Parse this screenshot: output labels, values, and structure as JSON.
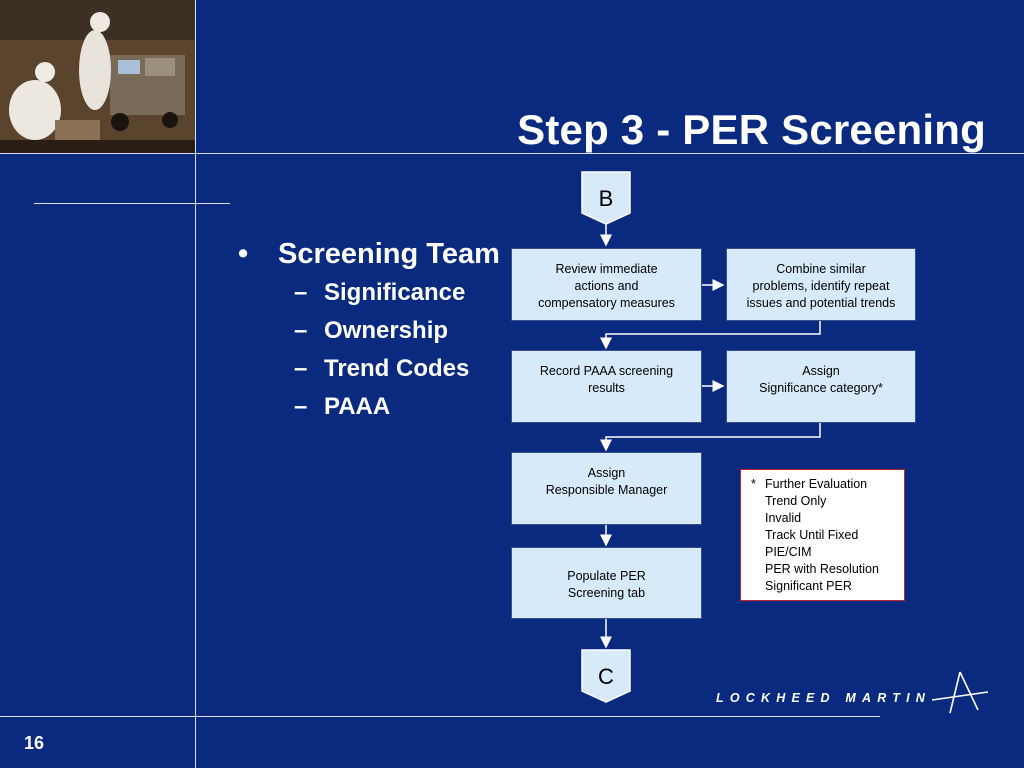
{
  "slide": {
    "title": "Step 3 - PER Screening",
    "page_number": "16",
    "logo_text": "LOCKHEED MARTIN"
  },
  "bullets": {
    "main": "Screening Team",
    "subs": [
      "Significance",
      "Ownership",
      "Trend Codes",
      "PAAA"
    ]
  },
  "flowchart": {
    "start_connector": "B",
    "end_connector": "C",
    "steps": [
      {
        "id": "review",
        "text": "Review immediate\nactions and\ncompensatory measures"
      },
      {
        "id": "combine",
        "text": "Combine similar\nproblems, identify repeat\nissues and potential trends"
      },
      {
        "id": "record",
        "text": "Record PAAA screening\nresults"
      },
      {
        "id": "assign-sig",
        "text": "Assign\nSignificance category*"
      },
      {
        "id": "assign-mgr",
        "text": "Assign\nResponsible Manager"
      },
      {
        "id": "populate",
        "text": "Populate PER\nScreening tab"
      }
    ],
    "footnote": {
      "marker": "*",
      "items": [
        "Further Evaluation",
        "Trend Only",
        "Invalid",
        "Track Until Fixed",
        "PIE/CIM",
        "PER with Resolution",
        "Significant PER"
      ]
    }
  },
  "colors": {
    "background": "#0a2a80",
    "box_fill": "#d7eafa",
    "note_border": "#c0272d"
  }
}
